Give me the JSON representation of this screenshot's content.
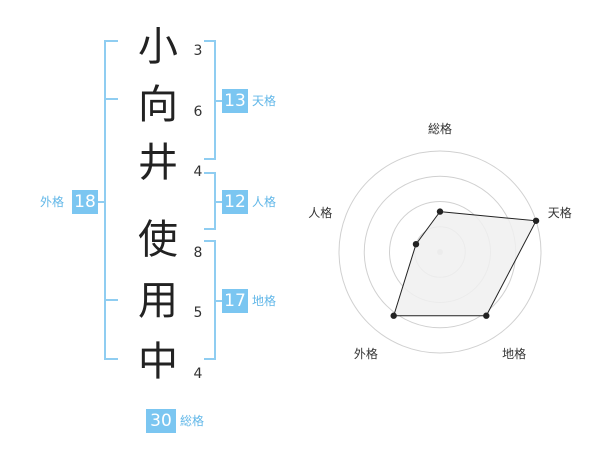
{
  "characters": [
    {
      "char": "小",
      "strokes": "3"
    },
    {
      "char": "向",
      "strokes": "6"
    },
    {
      "char": "井",
      "strokes": "4"
    },
    {
      "char": "使",
      "strokes": "8"
    },
    {
      "char": "用",
      "strokes": "5"
    },
    {
      "char": "中",
      "strokes": "4"
    }
  ],
  "kaku": {
    "tenkaku": {
      "value": "13",
      "label": "天格"
    },
    "jinkaku": {
      "value": "12",
      "label": "人格"
    },
    "chikaku": {
      "value": "17",
      "label": "地格"
    },
    "gaikaku": {
      "value": "18",
      "label": "外格"
    },
    "soukaku": {
      "value": "30",
      "label": "総格"
    }
  },
  "colors": {
    "bracket": "#8fcdf1",
    "badge": "#7bc6f1",
    "badge_label": "#61b7e8",
    "grid": "#d0d0d0",
    "fill": "#f0f0f0"
  },
  "chart_data": {
    "type": "radar",
    "axes": [
      "総格",
      "天格",
      "地格",
      "外格",
      "人格"
    ],
    "values": [
      0.4,
      1.0,
      0.78,
      0.78,
      0.25
    ],
    "rings": 4,
    "range": [
      0,
      1
    ]
  }
}
